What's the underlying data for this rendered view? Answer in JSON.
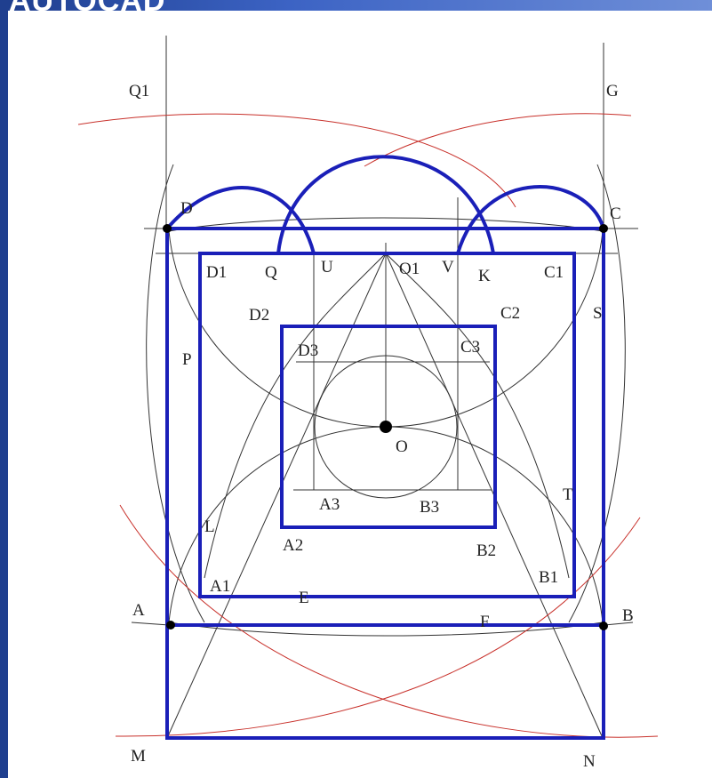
{
  "header": {
    "title_fragment": "AUTOCAD"
  },
  "colors": {
    "frame_blue": "#1f3f8f",
    "construction_blue": "#1a1fb8",
    "arc_red": "#c8312b",
    "line_dark": "#333333"
  },
  "labels": {
    "Q1": "Q1",
    "G": "G",
    "D": "D",
    "C": "C",
    "D1": "D1",
    "Q": "Q",
    "U": "U",
    "O1": "O1",
    "V": "V",
    "K": "K",
    "C1": "C1",
    "D2": "D2",
    "C2": "C2",
    "S": "S",
    "P": "P",
    "D3": "D3",
    "C3": "C3",
    "O": "O",
    "T": "T",
    "A3": "A3",
    "B3": "B3",
    "L": "L",
    "A2": "A2",
    "B2": "B2",
    "A1": "A1",
    "E": "E",
    "B1": "B1",
    "A": "A",
    "F": "F",
    "B": "B",
    "M": "M",
    "N": "N"
  }
}
